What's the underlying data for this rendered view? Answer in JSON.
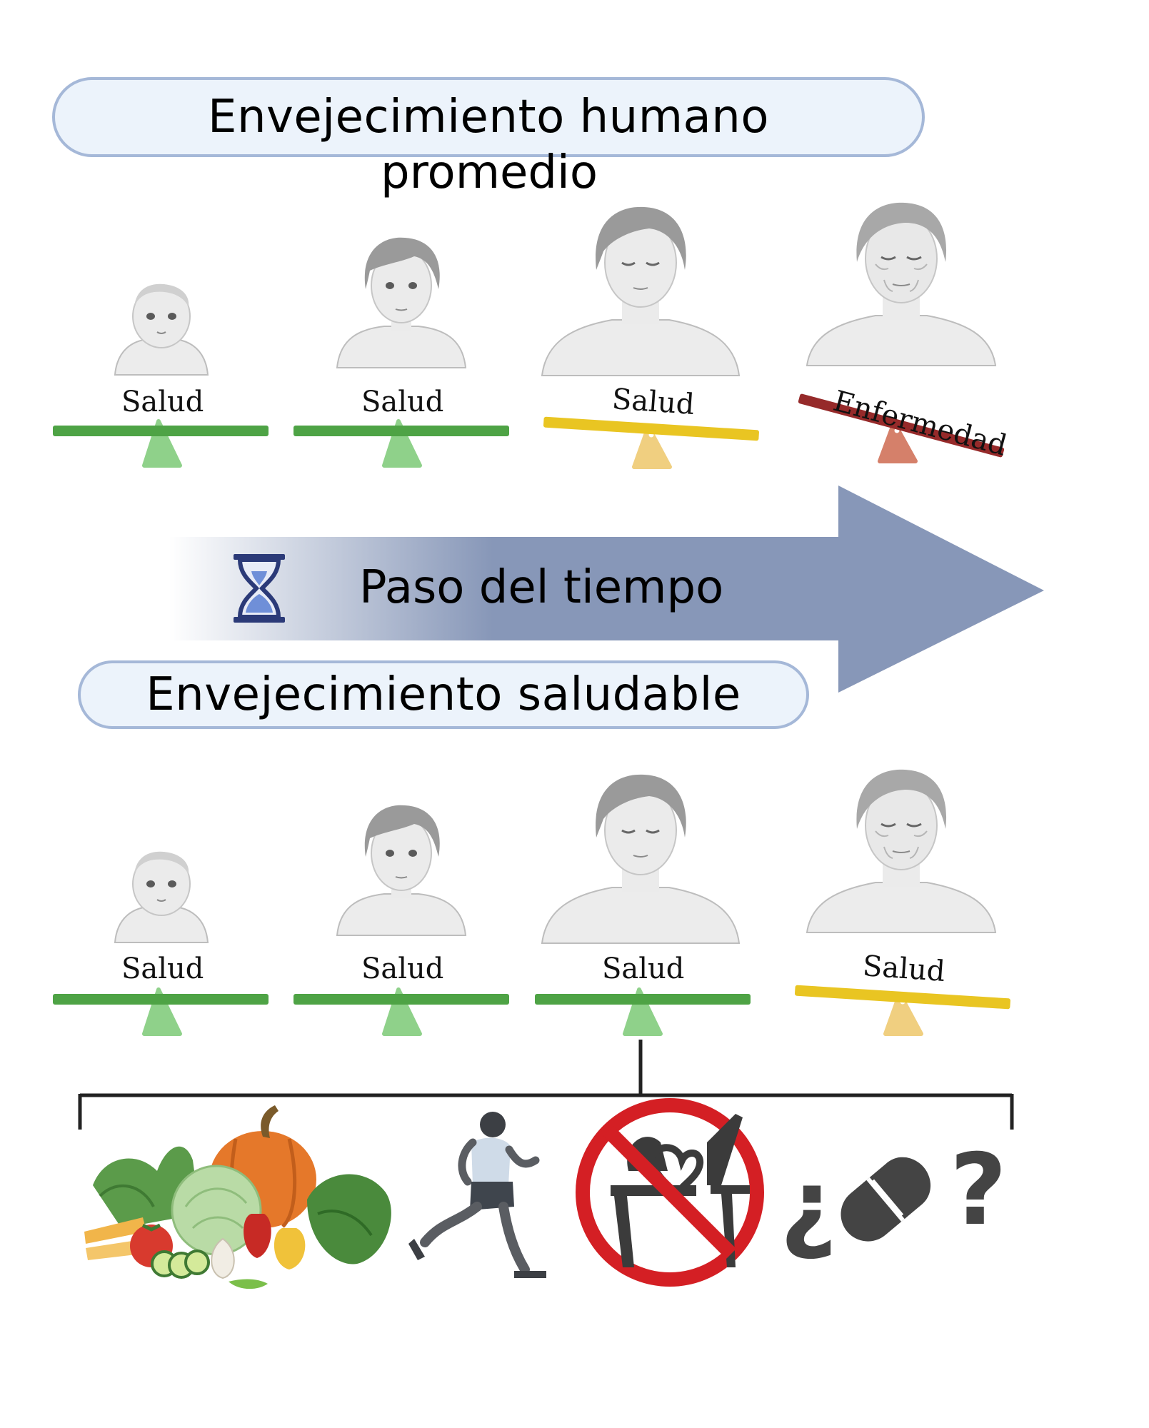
{
  "top_section": {
    "title_line1": "Envejecimiento humano",
    "title_line2": "promedio",
    "scales": [
      {
        "label": "Salud",
        "state": "balanced",
        "color": "#4ea345"
      },
      {
        "label": "Salud",
        "state": "balanced",
        "color": "#4ea345"
      },
      {
        "label": "Salud",
        "state": "tilted",
        "color": "#e9c522"
      },
      {
        "label": "Enfermedad",
        "state": "tilted-strong",
        "color": "#962a2a"
      }
    ]
  },
  "time_arrow": {
    "label": "Paso del tiempo",
    "color": "#8797b8",
    "icon": "hourglass-icon"
  },
  "bottom_section": {
    "title": "Envejecimiento saludable",
    "scales": [
      {
        "label": "Salud",
        "state": "balanced",
        "color": "#4ea345"
      },
      {
        "label": "Salud",
        "state": "balanced",
        "color": "#4ea345"
      },
      {
        "label": "Salud",
        "state": "balanced",
        "color": "#4ea345"
      },
      {
        "label": "Salud",
        "state": "tilted",
        "color": "#e9c522"
      }
    ]
  },
  "interventions": {
    "items": [
      {
        "icon": "vegetables-icon"
      },
      {
        "icon": "runner-icon"
      },
      {
        "icon": "no-sedentary-icon"
      },
      {
        "icon": "pill-question-icon",
        "prefix": "¿",
        "suffix": "?"
      }
    ]
  },
  "colors": {
    "green_bar": "#4ea345",
    "green_fulcrum": "#8fd18a",
    "yellow_bar": "#e9c522",
    "yellow_fulcrum": "#f0cf80",
    "red_bar": "#962a2a",
    "red_fulcrum": "#d5806a",
    "pill_fill": "#ecf3fb",
    "pill_border": "#a5b8d8",
    "head": "#9a9a9a",
    "skin": "#ebebeb"
  }
}
